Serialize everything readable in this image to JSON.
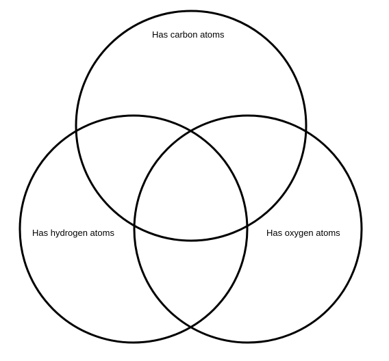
{
  "diagram": {
    "type": "venn",
    "sets": [
      {
        "id": "carbon",
        "label": "Has carbon atoms"
      },
      {
        "id": "hydrogen",
        "label": "Has hydrogen atoms"
      },
      {
        "id": "oxygen",
        "label": "Has oxygen atoms"
      }
    ],
    "stroke_color": "#000000",
    "background_color": "#ffffff"
  }
}
